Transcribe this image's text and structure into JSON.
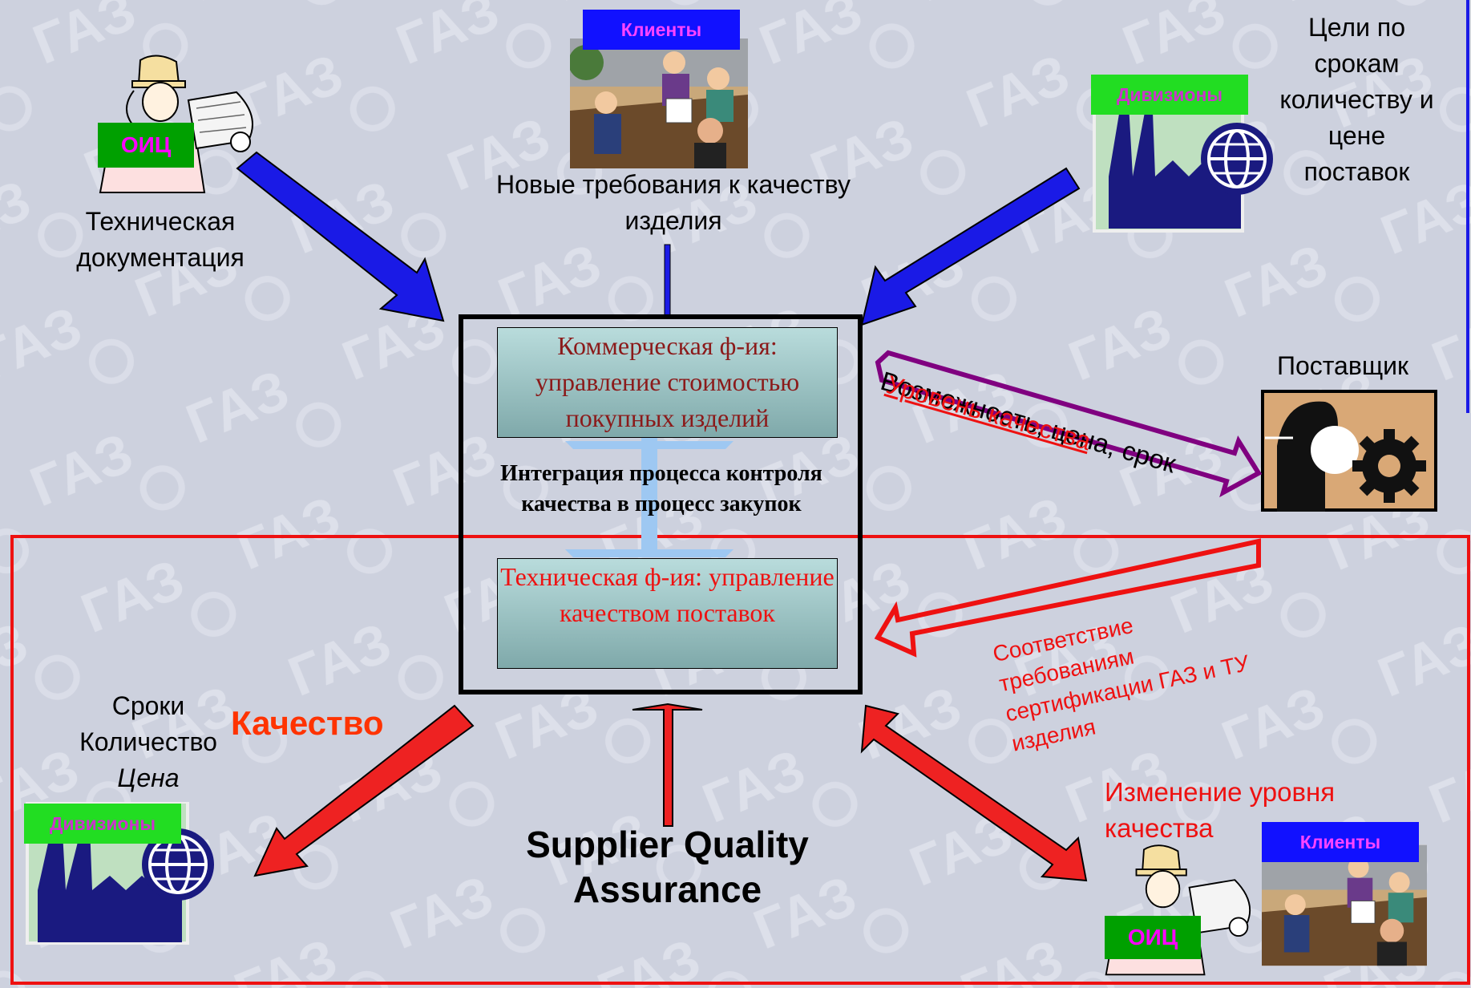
{
  "tags": {
    "oic_top": "ОИЦ",
    "clients_top": "Клиенты",
    "divisions_top": "Дивизионы",
    "divisions_bottom": "Дивизионы",
    "oic_bottom": "ОИЦ",
    "clients_bottom": "Клиенты"
  },
  "labels": {
    "tech_doc": "Техническая документация",
    "new_requirements": "Новые требования к качеству изделия",
    "goals": "Цели по срокам количеству и цене поставок",
    "supplier": "Поставщик",
    "capability": "Возможность, цена, срок",
    "quality_level": "Уровень качества",
    "compliance": "Соответствие требованиям сертификации ГАЗ и ТУ изделия",
    "terms": "Сроки",
    "quantity": "Количество",
    "price": "Цена",
    "quality": "Качество",
    "quality_change": "Изменение уровня качества",
    "sqa": "Supplier Quality Assurance"
  },
  "center": {
    "commercial": "Коммерческая ф-ия: управление стоимостью покупных изделий",
    "integration": "Интеграция процесса контроля качества в процесс закупок",
    "technical": "Техническая ф-ия: управление качеством поставок"
  },
  "colors": {
    "blue_arrow": "#1a1ae6",
    "red_arrow": "#ee2222",
    "purple_arrow": "#800080",
    "quality_orange": "#ff3300",
    "tag_green": "#00a000",
    "tag_blue": "#1111ff",
    "tag_text": "#ff00ff"
  },
  "icons": [
    "engineer-clipart-icon",
    "meeting-clipart-icon",
    "factory-globe-icon",
    "supplier-gears-icon"
  ]
}
